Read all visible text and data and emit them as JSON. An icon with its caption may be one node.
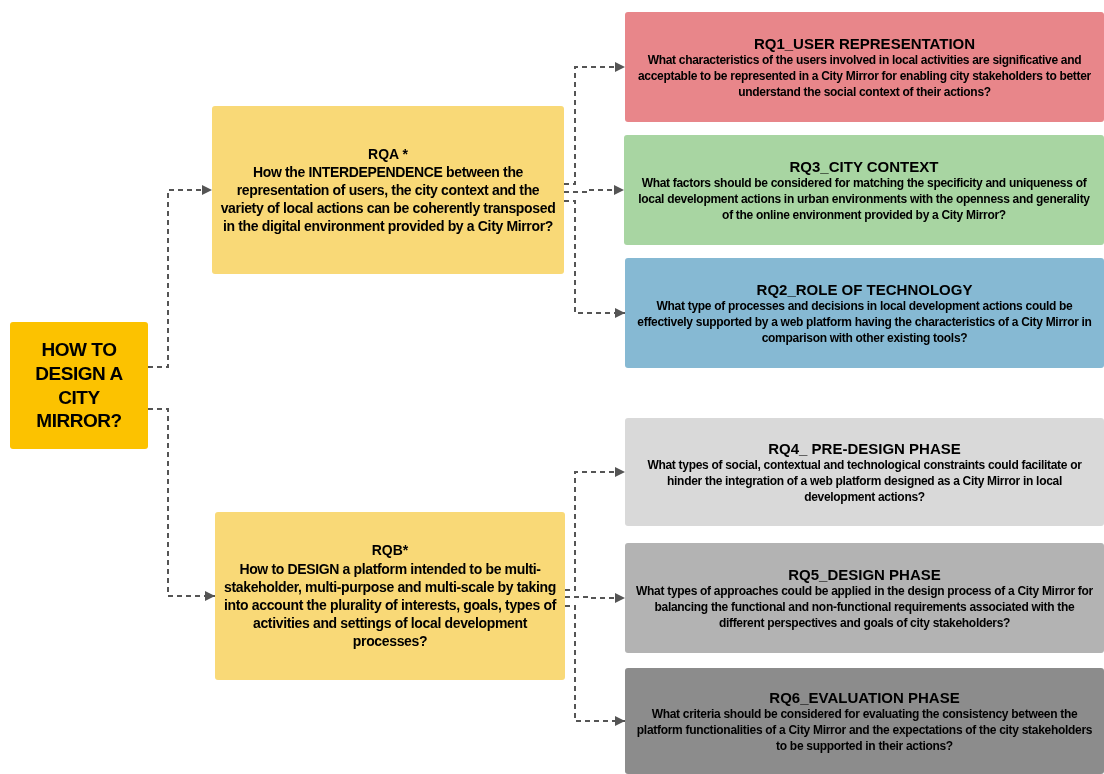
{
  "diagram": {
    "nodes": [
      {
        "text": [
          "HOW TO DESIGN A CITY MIRROR?"
        ]
      },
      {
        "text": [
          "RQA *",
          "How the INTERDEPENDENCE between the representation of users, the city context and the variety of local actions can be coherently transposed in the digital environment provided by a City Mirror?"
        ]
      },
      {
        "text": [
          "RQ1_USER REPRESENTATION",
          "What characteristics of the users involved in local activities are significative and acceptable to be represented in a City Mirror for enabling city stakeholders to better understand  the social context of their actions?"
        ]
      },
      {
        "text": [
          "RQ3_CITY CONTEXT",
          "What factors should be considered for matching the specificity and uniqueness of local development actions in urban environments with the openness and generality of the online environment provided by a City Mirror?"
        ]
      },
      {
        "text": [
          "RQ2_ROLE OF TECHNOLOGY",
          "What type of processes and decisions in local development actions could be effectively supported by a web platform having the characteristics of a City Mirror in comparison with other existing tools?"
        ]
      },
      {
        "text": [
          "RQB*",
          "How to DESIGN a platform intended to be multi-stakeholder, multi-purpose and multi-scale by taking into account the plurality of interests, goals, types of activities and settings of local development processes?"
        ]
      },
      {
        "text": [
          "RQ4_ PRE-DESIGN PHASE",
          "What types of social, contextual and technological constraints could facilitate or hinder the integration of a web platform designed as a City Mirror in local development actions?"
        ]
      },
      {
        "text": [
          "RQ5_DESIGN PHASE",
          "What types of approaches could be applied in the design process of a City Mirror for balancing the functional and non-functional requirements associated with the different perspectives and goals of city stakeholders?"
        ]
      },
      {
        "text": [
          "RQ6_EVALUATION PHASE",
          "What criteria should be considered for evaluating the consistency between the platform functionalities of a City Mirror and the expectations of the city stakeholders to be supported in their actions?"
        ]
      }
    ],
    "edges": [
      {
        "from": 0,
        "to": 1,
        "arrow": "to",
        "style": "dashed"
      },
      {
        "from": 0,
        "to": 5,
        "arrow": "to",
        "style": "dashed"
      },
      {
        "from": 1,
        "to": 2,
        "arrow": "to",
        "style": "dashed"
      },
      {
        "from": 1,
        "to": 3,
        "arrow": "to",
        "style": "dashed"
      },
      {
        "from": 1,
        "to": 4,
        "arrow": "to",
        "style": "dashed"
      },
      {
        "from": 5,
        "to": 6,
        "arrow": "to",
        "style": "dashed"
      },
      {
        "from": 5,
        "to": 7,
        "arrow": "to",
        "style": "dashed"
      },
      {
        "from": 5,
        "to": 8,
        "arrow": "to",
        "style": "dashed"
      }
    ]
  }
}
